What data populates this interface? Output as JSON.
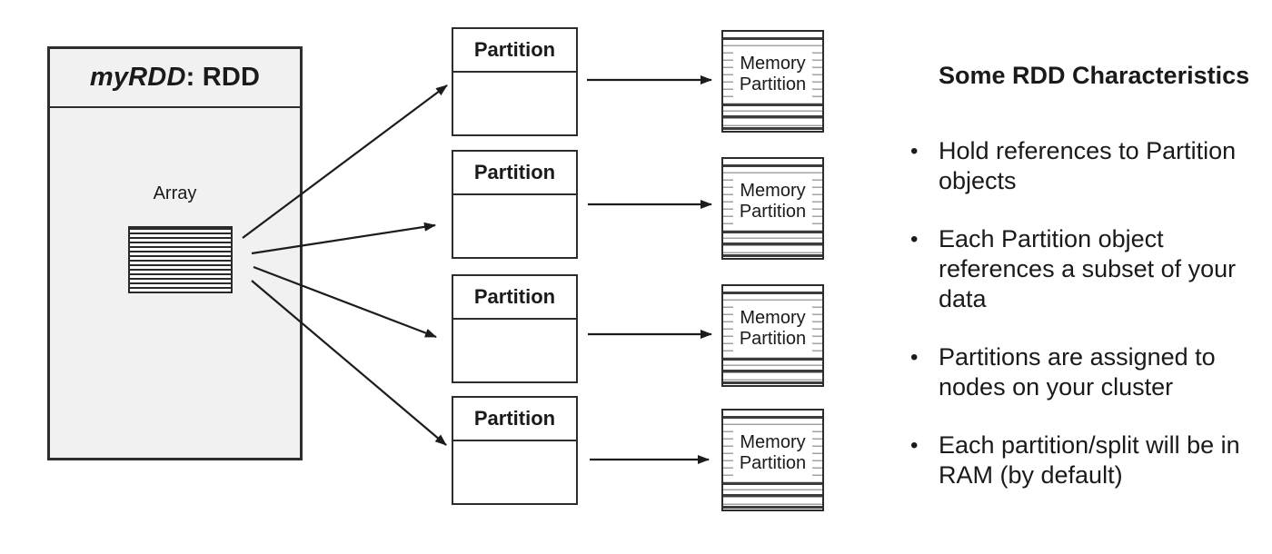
{
  "diagram": {
    "rdd_box": {
      "title_italic": "myRDD",
      "title_rest": " : RDD",
      "array_label": "Array"
    },
    "partition_label": "Partition",
    "memory_label": "Memory Partition",
    "partition_count": 4
  },
  "panel": {
    "title": "Some RDD Characteristics",
    "bullet_char": "•",
    "bullets": [
      "Hold references to Partition\nobjects",
      "Each Partition object\nreferences a subset of your\ndata",
      "Partitions are assigned to\nnodes on your cluster",
      "Each partition/split will be in\nRAM (by default)"
    ]
  },
  "colors": {
    "background": "#ffffff",
    "text": "#1a1a1a",
    "box_border": "#2d2d2d",
    "rdd_fill": "#f1f1f1",
    "array_stripe": "#2a2a2a",
    "stripe_light": "#a3a3a3",
    "stripe_dark": "#3c3c3c",
    "arrow": "#1c1c1c"
  }
}
